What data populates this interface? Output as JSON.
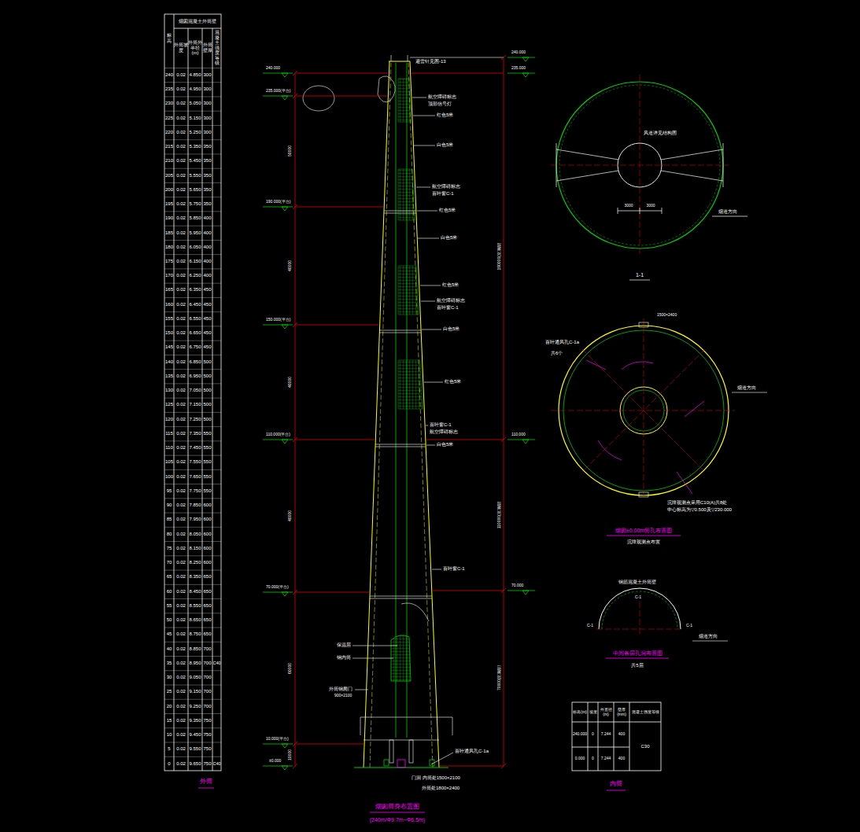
{
  "diagram": {
    "labels": [
      "标高",
      "烟囱混凝土外筒壁",
      "外筒坡度",
      "外筒外半径(m)",
      "外筒壁厚",
      "混凝土强度等级",
      "240",
      "0.02",
      "4.850",
      "300",
      "235",
      "0.02",
      "4.950",
      "300",
      "230",
      "0.02",
      "5.050",
      "300",
      "225",
      "0.02",
      "5.150",
      "300",
      "220",
      "0.02",
      "5.250",
      "300",
      "215",
      "0.02",
      "5.350",
      "350",
      "210",
      "0.02",
      "5.450",
      "350",
      "205",
      "0.02",
      "5.550",
      "350",
      "200",
      "0.02",
      "5.650",
      "350",
      "195",
      "0.02",
      "5.750",
      "350",
      "190",
      "0.02",
      "5.850",
      "400",
      "185",
      "0.02",
      "5.950",
      "400",
      "180",
      "0.02",
      "6.050",
      "400",
      "175",
      "0.02",
      "6.150",
      "400",
      "170",
      "0.02",
      "6.250",
      "400",
      "165",
      "0.02",
      "6.350",
      "450",
      "160",
      "0.02",
      "6.450",
      "450",
      "155",
      "0.02",
      "6.550",
      "450",
      "150",
      "0.02",
      "6.650",
      "450",
      "145",
      "0.02",
      "6.750",
      "450",
      "140",
      "0.02",
      "6.850",
      "500",
      "135",
      "0.02",
      "6.950",
      "500",
      "130",
      "0.02",
      "7.050",
      "500",
      "125",
      "0.02",
      "7.150",
      "500",
      "120",
      "0.02",
      "7.250",
      "500",
      "115",
      "0.02",
      "7.350",
      "550",
      "110",
      "0.02",
      "7.450",
      "550",
      "105",
      "0.02",
      "7.550",
      "550",
      "100",
      "0.02",
      "7.650",
      "550",
      "95",
      "0.02",
      "7.750",
      "550",
      "90",
      "0.02",
      "7.850",
      "600",
      "85",
      "0.02",
      "7.950",
      "600",
      "80",
      "0.02",
      "8.050",
      "600",
      "75",
      "0.02",
      "8.150",
      "600",
      "70",
      "0.02",
      "8.250",
      "600",
      "65",
      "0.02",
      "8.350",
      "650",
      "60",
      "0.02",
      "8.450",
      "650",
      "55",
      "0.02",
      "8.550",
      "650",
      "50",
      "0.02",
      "8.650",
      "650",
      "45",
      "0.02",
      "8.750",
      "650",
      "40",
      "0.02",
      "8.850",
      "700",
      "35",
      "0.02",
      "8.950",
      "700",
      "30",
      "0.02",
      "9.050",
      "700",
      "25",
      "0.02",
      "9.150",
      "700",
      "20",
      "0.02",
      "9.250",
      "700",
      "15",
      "0.02",
      "9.350",
      "750",
      "10",
      "0.02",
      "9.450",
      "750",
      "5",
      "0.02",
      "9.550",
      "750",
      "0",
      "0.02",
      "9.650",
      "750",
      "C40",
      "C40",
      "外筒",
      "避雷针见图-13",
      "航空障碍标志",
      "顶部信号灯",
      "红色5米",
      "白色5米",
      "航空障碍标志",
      "百叶窗C-1",
      "红色5米",
      "白色5米",
      "红色5米",
      "航空障碍标志",
      "百叶窗C-1",
      "白色5米",
      "红色5米",
      "百叶窗C-1",
      "航空障碍标志",
      "白色5米",
      "百叶窗C-1",
      "保温层",
      "钢内筒",
      "外筒钢爬门",
      "900×2100",
      "百叶通风孔C-1a",
      "门洞 内筒处1500×2100",
      "外筒处1800×2400",
      "烟囱筒身布置图",
      "(240m/Φ9.7m~Φ6.5m)",
      "240.000",
      "235.000(平台)",
      "190.000(平台)",
      "150.000(平台)",
      "110.000(平台)",
      "70.000(平台)",
      "10.000(平台)",
      "±0.000",
      "240.000",
      "235.000",
      "110.000",
      "70.000",
      "50000",
      "40000",
      "40000",
      "40000",
      "60000",
      "10000",
      "190000(至顶部)",
      "110000(至顶部)",
      "70000(至顶部)",
      "风道详见结构图",
      "3000",
      "3000",
      "烟道方向",
      "1-1",
      "百叶通风孔C-1a",
      "共6个",
      "1500×2400",
      "烟道方向",
      "沉降观测点采用C10(A)共8处",
      "中心标高为▽0.500及▽230.000",
      "烟囱±0.00m留孔布置图",
      "沉降观测点布置",
      "钢筋混凝土外筒壁",
      "C-1",
      "C-1",
      "C-1",
      "烟道方向",
      "中间各层孔洞布置图",
      "共5层",
      "标高(m)",
      "坡度",
      "外直径(m)",
      "壁厚(mm)",
      "混凝土强度等级",
      "240.000",
      "0",
      "7.244",
      "400",
      "0.000",
      "0",
      "7.244",
      "400",
      "C30",
      "内筒"
    ]
  }
}
